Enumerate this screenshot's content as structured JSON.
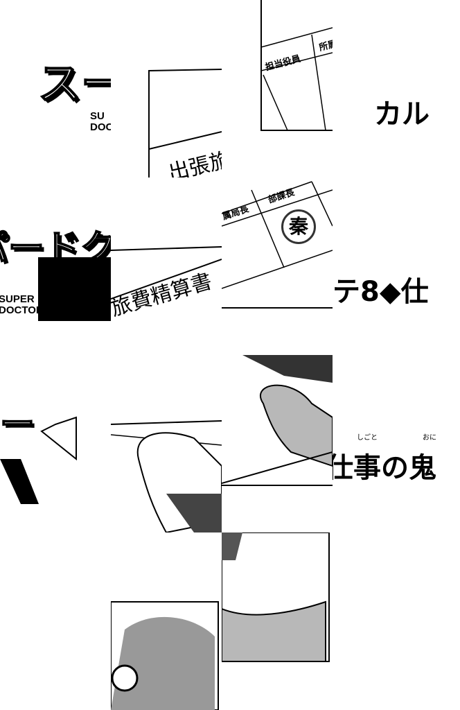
{
  "logo": {
    "title_fragment_1": "スーパ",
    "title_fragment_2": "パードクタ",
    "title_fragment_3": "ー",
    "en_fragment_1a": "SU",
    "en_fragment_1b": "DOC",
    "en_fragment_2a": "SUPER",
    "en_fragment_2b": "DOCTOR"
  },
  "form": {
    "title_fragment_1": "出張旅",
    "title_fragment_2": "旅費精算書",
    "cell_officer": "担当役員",
    "cell_dept": "所属",
    "cell_bureau_chief": "属局長",
    "cell_section_chief": "部課長",
    "stamp": "秦"
  },
  "chapter": {
    "fragment_1": "カル",
    "fragment_2": "テ8◆仕",
    "fragment_3": "仕事の鬼",
    "ruby_shigoto": "しごと",
    "ruby_oni": "おに"
  },
  "colors": {
    "ink": "#000000",
    "screentone": "#b8b8b8",
    "paper": "#ffffff"
  }
}
